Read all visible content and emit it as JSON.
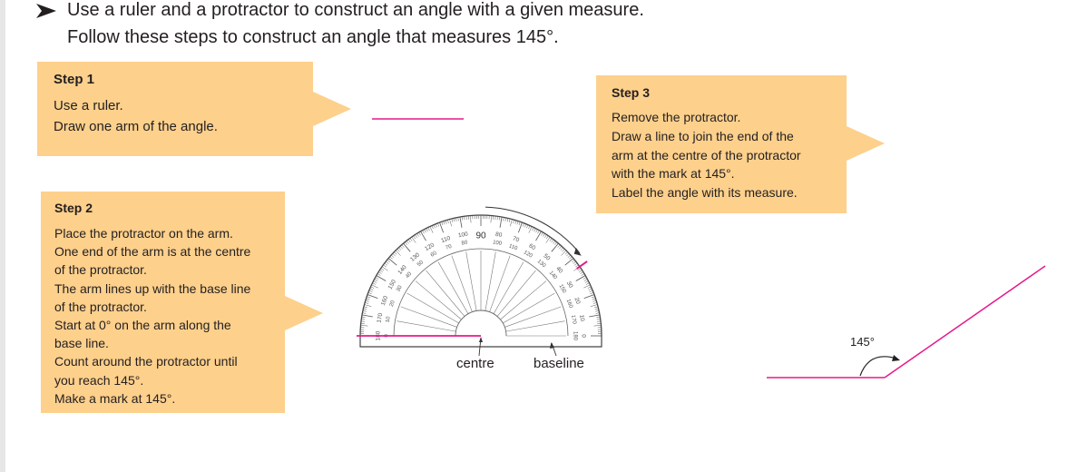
{
  "intro": {
    "line1": "Use a ruler and a protractor to construct an angle with a given measure.",
    "line2": "Follow these steps to construct an angle that measures 145°."
  },
  "step1": {
    "title": "Step 1",
    "lines": [
      "Use a ruler.",
      "Draw one arm of the angle."
    ]
  },
  "step2": {
    "title": "Step 2",
    "lines": [
      "Place the protractor on the arm.",
      "One end of the arm is at the centre",
      "of the protractor.",
      "The arm lines up with the base line",
      "of the protractor.",
      "Start at 0° on the arm along the",
      "base line.",
      "Count around the protractor until",
      "you reach 145°.",
      "Make a mark at 145°."
    ]
  },
  "step3": {
    "title": "Step 3",
    "lines": [
      "Remove the protractor.",
      "Draw a line to join the end of the",
      "arm at the centre of the protractor",
      "with the mark at 145°.",
      "Label the angle with its measure."
    ]
  },
  "protractor": {
    "centre_label": "centre",
    "baseline_label": "baseline",
    "top_mark": "90",
    "outer_scale": [
      "0",
      "10",
      "20",
      "30",
      "40",
      "50",
      "60",
      "70",
      "80",
      "90",
      "100",
      "110",
      "120",
      "130",
      "140",
      "150",
      "160",
      "170",
      "180"
    ],
    "inner_scale": [
      "180",
      "170",
      "160",
      "150",
      "140",
      "130",
      "120",
      "110",
      "100",
      "90",
      "80",
      "70",
      "60",
      "50",
      "40",
      "30",
      "20",
      "10",
      "0"
    ]
  },
  "result": {
    "angle_label": "145°"
  },
  "colors": {
    "box": "#fdd08c",
    "magenta": "#e5198a",
    "text": "#231f20"
  }
}
